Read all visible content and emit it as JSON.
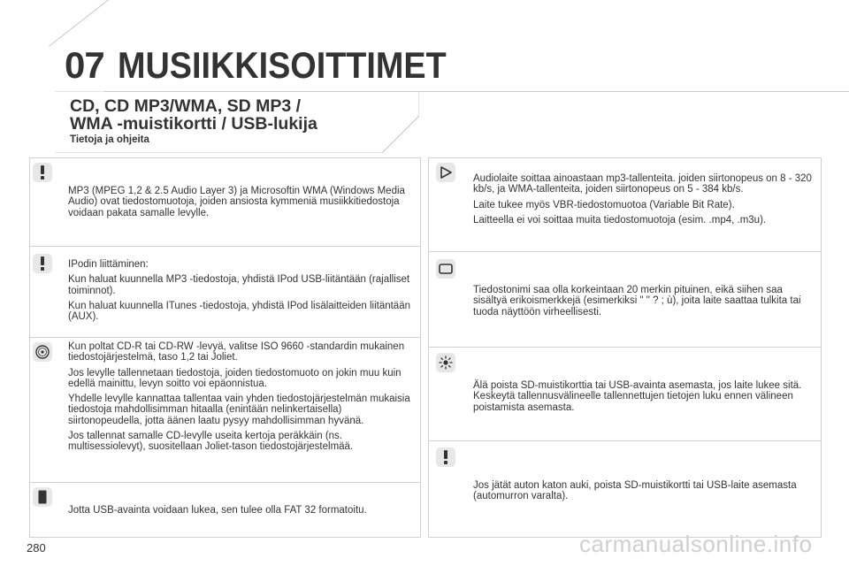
{
  "header": {
    "chapter_number": "07",
    "chapter_title": "MUSIIKKISOITTIMET"
  },
  "section": {
    "title_line1": "CD, CD MP3/WMA, SD MP3 /",
    "title_line2": "WMA -muistikortti / USB-lukija",
    "subtitle": "Tietoja ja ohjeita"
  },
  "left_blocks": [
    {
      "icon": "exclamation-icon",
      "paragraphs": [
        "MP3 (MPEG 1,2 & 2.5 Audio Layer 3) ja Microsoftin WMA (Windows Media Audio) ovat tiedostomuotoja, joiden ansiosta kymmeniä musiikkitiedostoja voidaan pakata samalle levylle."
      ]
    },
    {
      "icon": "exclamation-icon",
      "paragraphs": [
        "IPodin liittäminen:",
        "Kun haluat kuunnella MP3 -tiedostoja, yhdistä IPod USB-liitäntään (rajalliset toiminnot).",
        "Kun haluat kuunnella ITunes -tiedostoja, yhdistä IPod lisälaitteiden liitäntään (AUX)."
      ]
    },
    {
      "icon": "disc-icon",
      "paragraphs": [
        "Kun poltat CD-R tai CD-RW -levyä, valitse ISO 9660 -standardin mukainen tiedostojärjestelmä, taso 1,2 tai Joliet.",
        "Jos levylle tallennetaan tiedostoja, joiden tiedostomuoto on jokin muu kuin edellä mainittu, levyn soitto voi epäonnistua.",
        "Yhdelle levylle kannattaa tallentaa vain yhden tiedostojärjestelmän mukaisia tiedostoja mahdollisimman hitaalla (enintään nelinkertaisella) siirtonopeudella, jotta äänen laatu pysyy mahdollisimman hyvänä.",
        "Jos tallennat samalle CD-levylle useita kertoja peräkkäin (ns. multisessiolevyt), suositellaan Joliet-tason tiedostojärjestelmää."
      ]
    },
    {
      "icon": "usb-stick-icon",
      "paragraphs": [
        "Jotta USB-avainta voidaan lukea, sen tulee olla FAT 32 formatoitu."
      ]
    }
  ],
  "right_blocks": [
    {
      "icon": "play-icon",
      "paragraphs": [
        "Audiolaite soittaa ainoastaan mp3-tallenteita. joiden siirtonopeus on 8 - 320 kb/s, ja WMA-tallenteita, joiden siirtonopeus on 5 - 384 kb/s.",
        "Laite tukee myös VBR-tiedostomuotoa (Variable Bit Rate).",
        "Laitteella ei voi soittaa muita tiedostomuotoja (esim. .mp4, .m3u)."
      ]
    },
    {
      "icon": "screen-icon",
      "paragraphs": [
        "Tiedostonimi saa olla korkeintaan 20 merkin pituinen, eikä siihen saa sisältyä erikoismerkkejä (esimerkiksi \" \" ? ; ù), joita laite saattaa tulkita tai tuoda näyttöön virheellisesti."
      ]
    },
    {
      "icon": "sun-icon",
      "paragraphs": [
        "Älä poista SD-muistikorttia tai USB-avainta asemasta, jos laite lukee sitä. Keskeytä tallennusvälineelle tallennettujen tietojen luku ennen välineen poistamista asemasta."
      ]
    },
    {
      "icon": "exclamation-icon",
      "paragraphs": [
        "Jos jätät auton katon auki, poista SD-muistikortti tai USB-laite asemasta (automurron varalta)."
      ]
    }
  ],
  "footer": {
    "page_number": "280",
    "watermark": "carmanualsonline.info"
  }
}
